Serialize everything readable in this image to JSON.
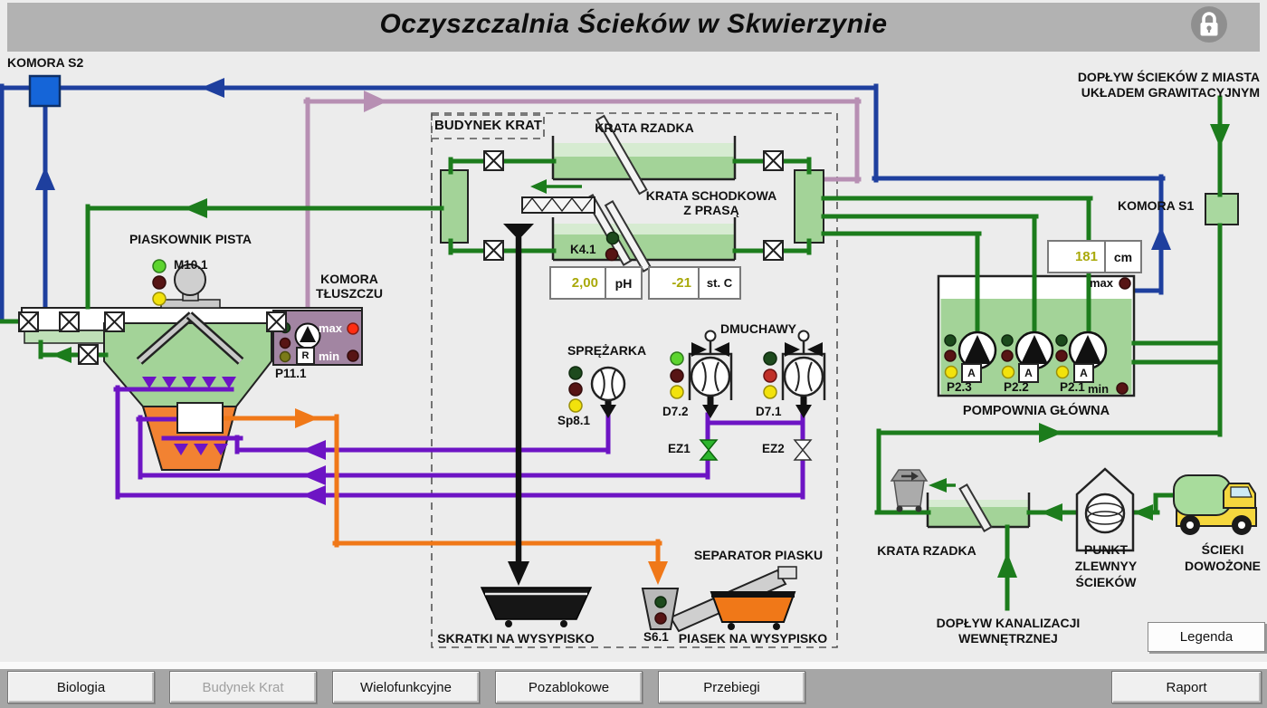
{
  "title": "Oczyszczalnia Ścieków w Skwierzynie",
  "header": {
    "lock_icon": "padlock"
  },
  "inflows": {
    "city_line1": "DOPŁYW ŚCIEKÓW Z MIASTA",
    "city_line2": "UKŁADEM GRAWITACYJNYM",
    "internal_line1": "DOPŁYW KANALIZACJI",
    "internal_line2": "WEWNĘTRZNEJ"
  },
  "labels": {
    "komora_s2": "KOMORA S2",
    "budynek_krat": "BUDYNEK KRAT",
    "krata_rzadka": "KRATA RZADKA",
    "krata_schodkowa_1": "KRATA SCHODKOWA",
    "krata_schodkowa_2": "Z PRASĄ",
    "k4_1": "K4.1",
    "piaskownik_pista": "PIASKOWNIK PISTA",
    "m10_1": "M10.1",
    "komora_tluszczu_1": "KOMORA",
    "komora_tluszczu_2": "TŁUSZCZU",
    "p11_1": "P11.1",
    "max": "max",
    "min": "min",
    "reset": "R",
    "auto": "A",
    "sprezarka": "SPRĘŻARKA",
    "sp8_1": "Sp8.1",
    "dmuchawy": "DMUCHAWY",
    "d7_2": "D7.2",
    "d7_1": "D7.1",
    "ez1": "EZ1",
    "ez2": "EZ2",
    "komora_s1": "KOMORA S1",
    "pompownia_glowna": "POMPOWNIA GŁÓWNA",
    "p2_3": "P2.3",
    "p2_2": "P2.2",
    "p2_1": "P2.1",
    "krata_rzadka_2": "KRATA RZADKA",
    "punkt_zlewny_1": "PUNKT",
    "punkt_zlewny_2": "ZLEWNYY",
    "punkt_zlewny_3": "ŚCIEKÓW",
    "scieki_1": "ŚCIEKI",
    "scieki_2": "DOWOŻONE",
    "separator_piasku": "SEPARATOR PIASKU",
    "s6_1": "S6.1",
    "skratki": "SKRATKI NA WYSYPISKO",
    "piasek": "PIASEK NA WYSYPISKO"
  },
  "measurements": {
    "ph": {
      "value": "2,00",
      "unit": "pH"
    },
    "temperature": {
      "value": "-21",
      "unit": "st. C"
    },
    "level": {
      "value": "181",
      "unit": "cm"
    }
  },
  "led_palette": {
    "green_on": {
      "fill": "#5cd42e",
      "stroke": "#2d7a1a"
    },
    "green_off": {
      "fill": "#1d4a1d",
      "stroke": "#0f2b0f"
    },
    "red_on": {
      "fill": "#ff2d12",
      "stroke": "#8a1a10"
    },
    "red_mid": {
      "fill": "#c03028",
      "stroke": "#6a1212"
    },
    "red_off": {
      "fill": "#571414",
      "stroke": "#330b0b"
    },
    "yellow_on": {
      "fill": "#f2e20c",
      "stroke": "#9a8f0a"
    },
    "yellow_off": {
      "fill": "#7a7a18",
      "stroke": "#4a4a0e"
    }
  },
  "led_states": {
    "m10_1": [
      "green_on",
      "red_off",
      "yellow_on"
    ],
    "k4_1": [
      "green_off",
      "red_off"
    ],
    "sp8_1": [
      "green_off",
      "red_off",
      "yellow_on"
    ],
    "d7_2": [
      "green_on",
      "red_off",
      "yellow_on"
    ],
    "d7_1": [
      "green_off",
      "red_mid",
      "yellow_on"
    ],
    "kt": [
      "green_off",
      "red_off",
      "yellow_off"
    ],
    "kt_max": [
      "red_on"
    ],
    "kt_min": [
      "red_off"
    ],
    "p2_3": [
      "green_off",
      "red_off",
      "yellow_on"
    ],
    "p2_2": [
      "green_off",
      "red_off",
      "yellow_on"
    ],
    "p2_1": [
      "green_off",
      "red_off",
      "yellow_on"
    ],
    "pg_max": [
      "red_off"
    ],
    "pg_min": [
      "red_off"
    ],
    "s6_1": [
      "green_off",
      "red_off"
    ]
  },
  "valve_states": {
    "ez1": "open",
    "ez2": "closed"
  },
  "valve_palette": {
    "open": {
      "fill": "#2db52d",
      "stroke": "#0d660d"
    },
    "closed": {
      "fill": "#ffffff",
      "stroke": "#333333"
    }
  },
  "nav_buttons": [
    {
      "label": "Biologia",
      "enabled": true
    },
    {
      "label": "Budynek Krat",
      "enabled": false
    },
    {
      "label": "Wielofunkcyjne",
      "enabled": true
    },
    {
      "label": "Pozablokowe",
      "enabled": true
    },
    {
      "label": "Przebiegi",
      "enabled": true
    }
  ],
  "report_button": "Raport",
  "legend_button": "Legenda",
  "colors": {
    "pipe_water_green": "#1c7c1c",
    "pipe_recirc_blue": "#1e3f9e",
    "pipe_air_purple": "#6d14c4",
    "pipe_fat_mauve": "#b78fb3",
    "pipe_sand_orange": "#f07818",
    "tank_fill_green": "#a3d398",
    "hopper_orange": "#f28232",
    "fat_chamber_mauve": "#a285a2",
    "alarm_red": "#ff2d12",
    "value_text_olive": "#a9a90a"
  }
}
